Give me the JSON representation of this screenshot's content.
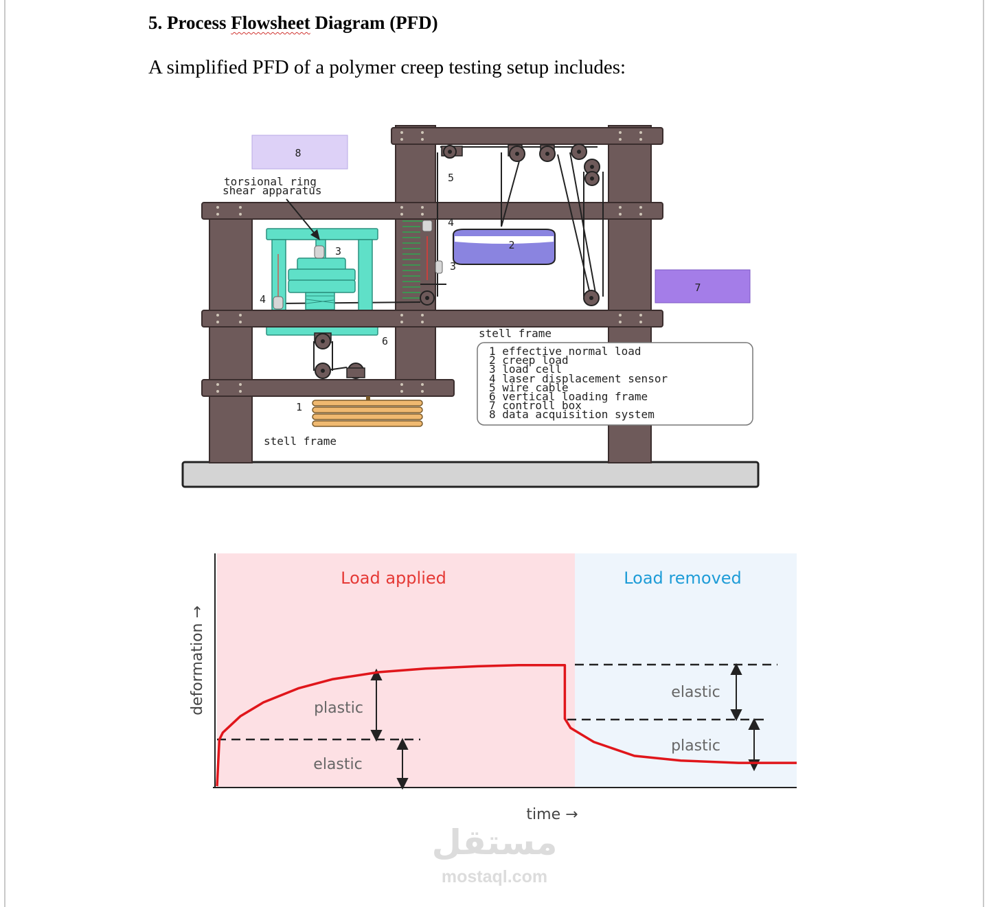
{
  "document": {
    "heading_number": "5.",
    "heading_flowsheet": "Flowsheet",
    "heading_prefix": "Process",
    "heading_suffix": "Diagram (PFD)",
    "intro": "A simplified PFD of a polymer creep testing setup includes:"
  },
  "apparatus": {
    "callout_label": "torsional ring\nshear apparatus",
    "callout_line1": "torsional ring",
    "callout_line2": "shear apparatus",
    "frame_label_top": "stell frame",
    "frame_label_bottom": "stell frame",
    "box_8": "8",
    "box_7": "7",
    "weight_2": "2",
    "num_1": "1",
    "num_3_left": "3",
    "num_3_right": "3",
    "num_4_left": "4",
    "num_4_right": "4",
    "num_5": "5",
    "num_6": "6",
    "legend": [
      "1 effective normal load",
      "2 creep load",
      "3 load cell",
      "4 laser displacement sensor",
      "5 wire cable",
      "6 vertical loading frame",
      "7 controll box",
      "8 data acquisition system"
    ],
    "colors": {
      "frame": "#6e5a5a",
      "apparatus": "#5fe0c8",
      "weight": "#8a84e0",
      "box_8": "#ddd1f7",
      "box_7": "#a47de8",
      "stack": "#f0b970",
      "base": "#d4d4d4"
    }
  },
  "chart_data": {
    "type": "line",
    "xlabel": "time →",
    "ylabel": "deformation →",
    "regions": [
      {
        "label": "Load applied",
        "x_range": [
          0,
          0.62
        ],
        "color": "#fde0e4",
        "label_color": "#e53935"
      },
      {
        "label": "Load removed",
        "x_range": [
          0.62,
          1.0
        ],
        "color": "#eef5fc",
        "label_color": "#1e9cd7"
      }
    ],
    "series": [
      {
        "color": "#e0161b",
        "x": [
          0,
          0.004,
          0.01,
          0.04,
          0.08,
          0.14,
          0.2,
          0.28,
          0.36,
          0.45,
          0.52,
          0.6,
          0.6,
          0.61,
          0.65,
          0.72,
          0.8,
          0.9,
          1.0
        ],
        "y": [
          0,
          0.2,
          0.23,
          0.3,
          0.36,
          0.42,
          0.46,
          0.49,
          0.505,
          0.515,
          0.52,
          0.52,
          0.29,
          0.25,
          0.19,
          0.13,
          0.11,
          0.1,
          0.1
        ]
      }
    ],
    "annotations": [
      {
        "text": "plastic",
        "region": "Load applied"
      },
      {
        "text": "elastic",
        "region": "Load applied"
      },
      {
        "text": "elastic",
        "region": "Load removed"
      },
      {
        "text": "plastic",
        "region": "Load removed"
      }
    ],
    "ylim": [
      0,
      1
    ],
    "xlim": [
      0,
      1
    ],
    "grid": false
  },
  "watermark": {
    "arabic": "مستقل",
    "latin": "mostaql.com"
  }
}
